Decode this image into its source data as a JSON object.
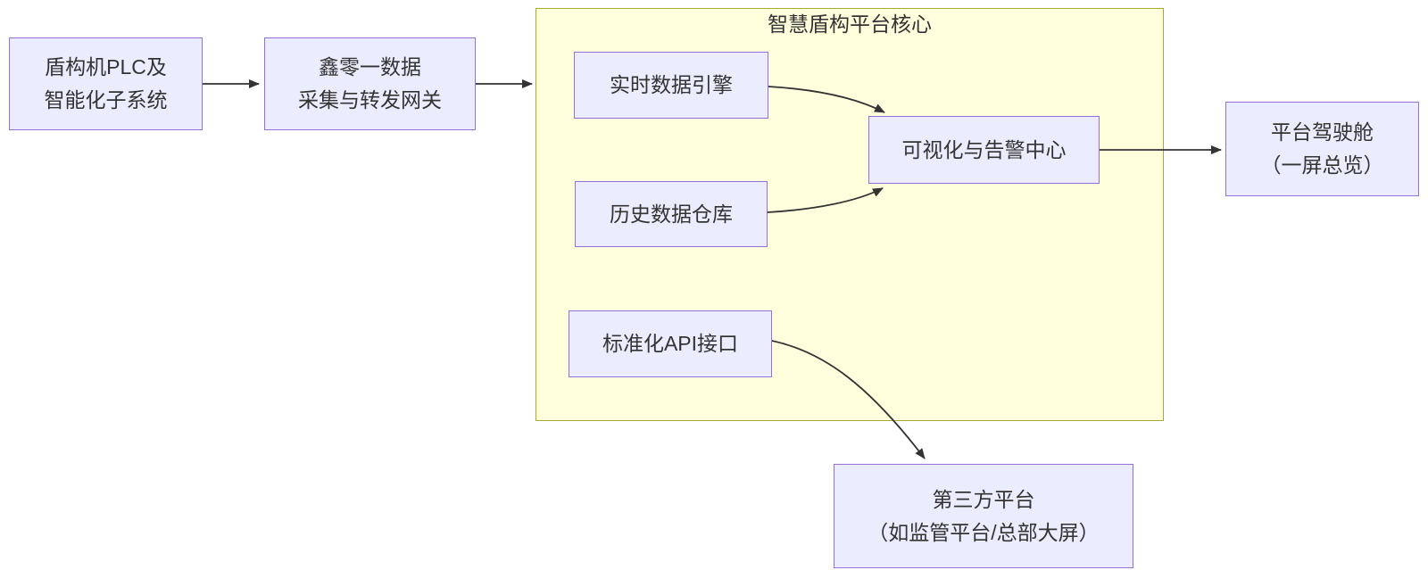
{
  "diagram": {
    "type": "flowchart",
    "cluster": {
      "title": "智慧盾构平台核心"
    },
    "nodes": {
      "plc": {
        "label": "盾构机PLC及\n智能化子系统"
      },
      "gateway": {
        "label": "鑫零一数据\n采集与转发网关"
      },
      "realtime": {
        "label": "实时数据引擎"
      },
      "history": {
        "label": "历史数据仓库"
      },
      "viz": {
        "label": "可视化与告警中心"
      },
      "api": {
        "label": "标准化API接口"
      },
      "cockpit": {
        "label": "平台驾驶舱\n（一屏总览）"
      },
      "third_party": {
        "label": "第三方平台\n（如监管平台/总部大屏）"
      }
    },
    "edges": [
      {
        "from": "plc",
        "to": "gateway"
      },
      {
        "from": "gateway",
        "to": "cluster"
      },
      {
        "from": "realtime",
        "to": "viz"
      },
      {
        "from": "history",
        "to": "viz"
      },
      {
        "from": "viz",
        "to": "cockpit"
      },
      {
        "from": "api",
        "to": "third_party"
      }
    ],
    "colors": {
      "node_fill": "#ECECFF",
      "node_border": "#9370DB",
      "cluster_fill": "#FFFFDE",
      "cluster_border": "#AAAA33",
      "edge": "#333333",
      "text": "#333333",
      "background": "#FFFFFF"
    }
  }
}
